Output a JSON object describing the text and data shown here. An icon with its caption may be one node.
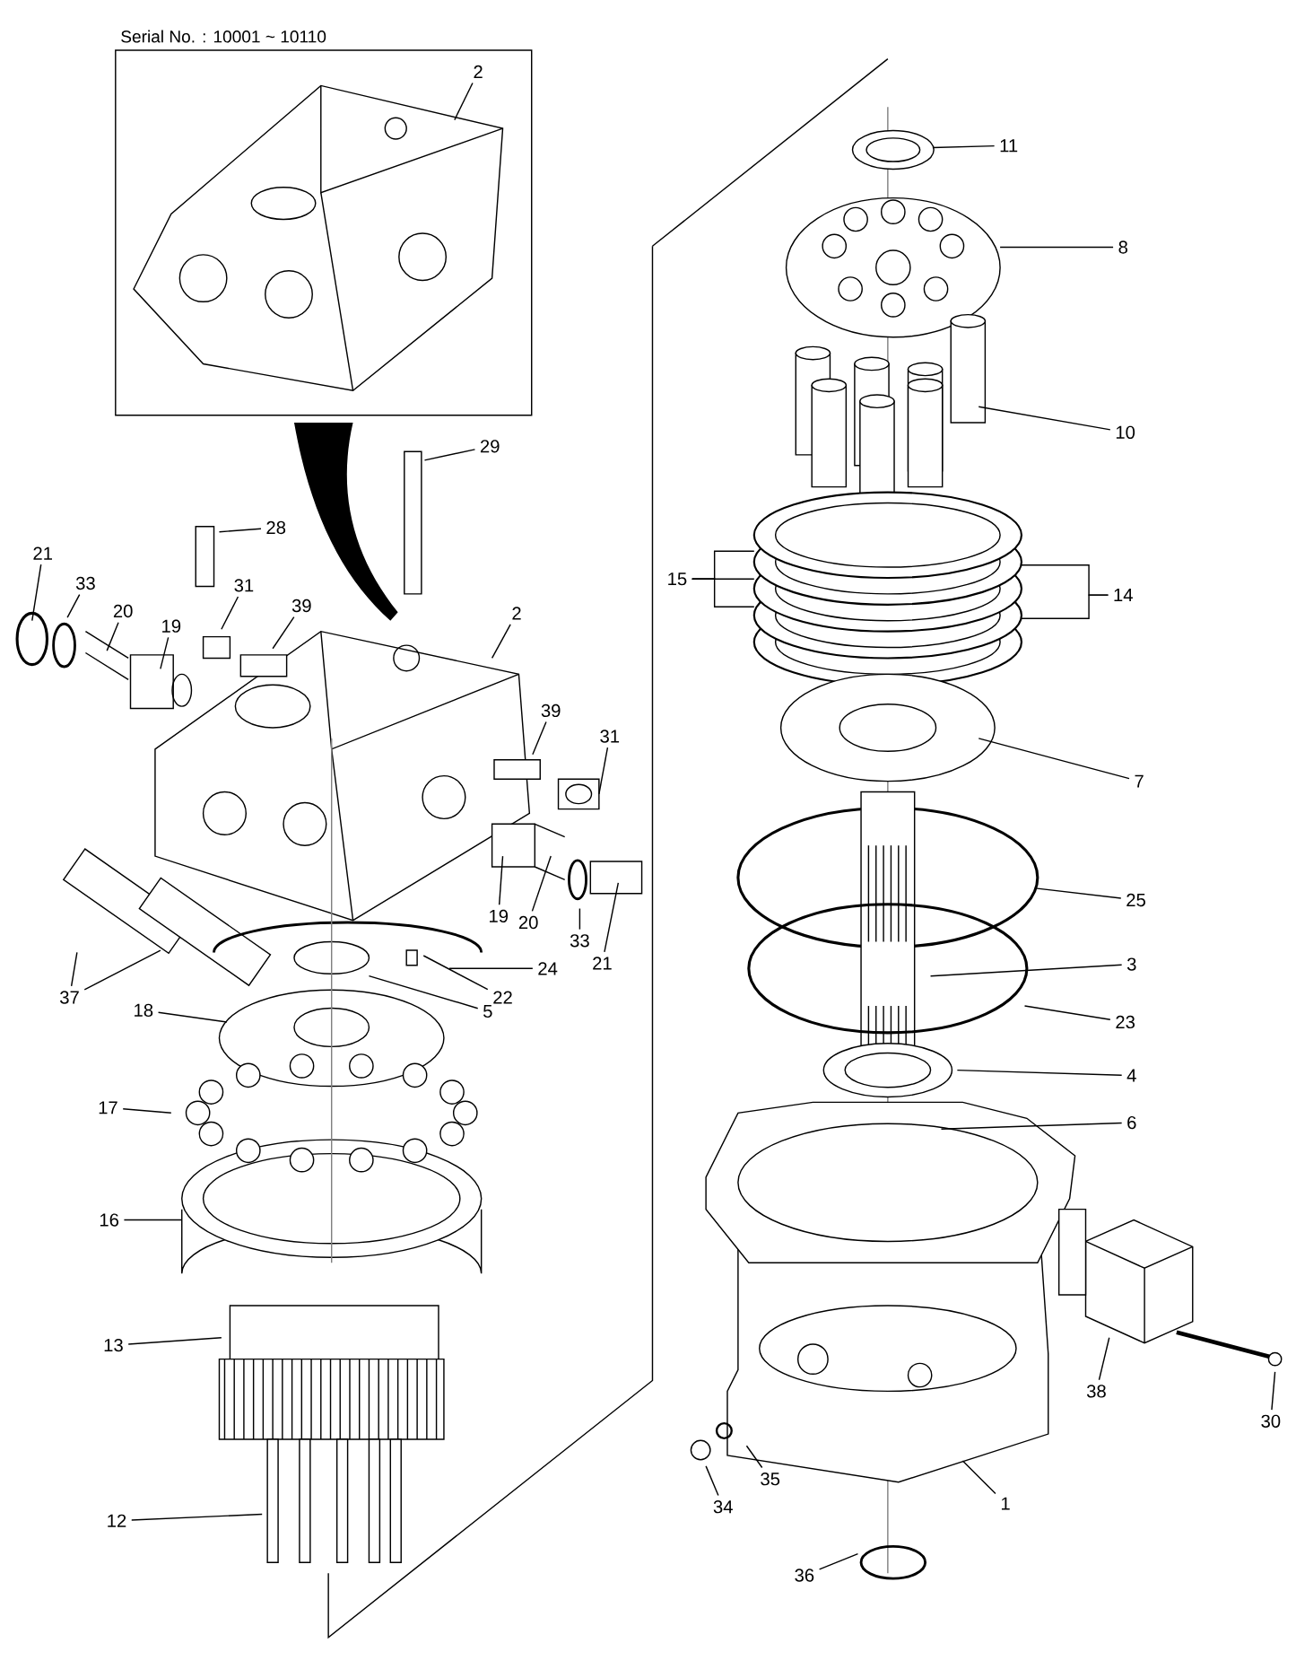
{
  "diagram": {
    "nodes": [
      {
        "text": [
          "2"
        ]
      },
      {
        "text": [
          "11"
        ]
      },
      {
        "text": [
          "8"
        ]
      },
      {
        "text": [
          "10"
        ]
      },
      {
        "text": [
          "29"
        ]
      },
      {
        "text": [
          "28"
        ]
      },
      {
        "text": [
          "21"
        ]
      },
      {
        "text": [
          "33"
        ]
      },
      {
        "text": [
          "20"
        ]
      },
      {
        "text": [
          "31"
        ]
      },
      {
        "text": [
          "39"
        ]
      },
      {
        "text": [
          "19"
        ]
      },
      {
        "text": [
          "2"
        ]
      },
      {
        "text": [
          "15"
        ]
      },
      {
        "text": [
          "14"
        ]
      },
      {
        "text": [
          "39"
        ]
      },
      {
        "text": [
          "31"
        ]
      },
      {
        "text": [
          "7"
        ]
      },
      {
        "text": [
          "25"
        ]
      },
      {
        "text": [
          "19"
        ]
      },
      {
        "text": [
          "20"
        ]
      },
      {
        "text": [
          "33"
        ]
      },
      {
        "text": [
          "21"
        ]
      },
      {
        "text": [
          "24"
        ]
      },
      {
        "text": [
          "22"
        ]
      },
      {
        "text": [
          "3"
        ]
      },
      {
        "text": [
          "37"
        ]
      },
      {
        "text": [
          "5"
        ]
      },
      {
        "text": [
          "18"
        ]
      },
      {
        "text": [
          "23"
        ]
      },
      {
        "text": [
          "4"
        ]
      },
      {
        "text": [
          "17"
        ]
      },
      {
        "text": [
          "6"
        ]
      },
      {
        "text": [
          "16"
        ]
      },
      {
        "text": [
          "13"
        ]
      },
      {
        "text": [
          "38"
        ]
      },
      {
        "text": [
          "30"
        ]
      },
      {
        "text": [
          "35"
        ]
      },
      {
        "text": [
          "1"
        ]
      },
      {
        "text": [
          "34"
        ]
      },
      {
        "text": [
          "12"
        ]
      },
      {
        "text": [
          "36"
        ]
      }
    ],
    "edges": [
      {
        "from": 0,
        "to": null,
        "arrow": "none"
      },
      {
        "from": 1,
        "to": null,
        "arrow": "none"
      },
      {
        "from": 2,
        "to": null,
        "arrow": "none"
      },
      {
        "from": 3,
        "to": null,
        "arrow": "none"
      },
      {
        "from": 4,
        "to": null,
        "arrow": "none"
      },
      {
        "from": 5,
        "to": null,
        "arrow": "none"
      },
      {
        "from": 6,
        "to": null,
        "arrow": "none"
      },
      {
        "from": 7,
        "to": null,
        "arrow": "none"
      },
      {
        "from": 8,
        "to": null,
        "arrow": "none"
      },
      {
        "from": 9,
        "to": null,
        "arrow": "none"
      },
      {
        "from": 10,
        "to": null,
        "arrow": "none"
      },
      {
        "from": 11,
        "to": null,
        "arrow": "none"
      },
      {
        "from": 12,
        "to": null,
        "arrow": "none"
      },
      {
        "from": 13,
        "to": null,
        "arrow": "none"
      },
      {
        "from": 13,
        "to": null,
        "arrow": "none"
      },
      {
        "from": 13,
        "to": null,
        "arrow": "none"
      },
      {
        "from": 14,
        "to": null,
        "arrow": "none"
      },
      {
        "from": 14,
        "to": null,
        "arrow": "none"
      },
      {
        "from": 15,
        "to": null,
        "arrow": "none"
      },
      {
        "from": 16,
        "to": null,
        "arrow": "none"
      },
      {
        "from": 17,
        "to": null,
        "arrow": "none"
      },
      {
        "from": 18,
        "to": null,
        "arrow": "none"
      },
      {
        "from": 19,
        "to": null,
        "arrow": "none"
      },
      {
        "from": 20,
        "to": null,
        "arrow": "none"
      },
      {
        "from": 21,
        "to": null,
        "arrow": "none"
      },
      {
        "from": 22,
        "to": null,
        "arrow": "none"
      },
      {
        "from": 23,
        "to": null,
        "arrow": "none"
      },
      {
        "from": 24,
        "to": null,
        "arrow": "none"
      },
      {
        "from": 25,
        "to": null,
        "arrow": "none"
      },
      {
        "from": 26,
        "to": null,
        "arrow": "none"
      },
      {
        "from": 26,
        "to": null,
        "arrow": "none"
      },
      {
        "from": 27,
        "to": null,
        "arrow": "none"
      },
      {
        "from": 28,
        "to": null,
        "arrow": "none"
      },
      {
        "from": 29,
        "to": null,
        "arrow": "none"
      },
      {
        "from": 30,
        "to": null,
        "arrow": "none"
      },
      {
        "from": 31,
        "to": null,
        "arrow": "none"
      },
      {
        "from": 32,
        "to": null,
        "arrow": "none"
      },
      {
        "from": 33,
        "to": null,
        "arrow": "none"
      },
      {
        "from": 34,
        "to": null,
        "arrow": "none"
      },
      {
        "from": 35,
        "to": null,
        "arrow": "none"
      },
      {
        "from": 36,
        "to": null,
        "arrow": "none"
      },
      {
        "from": 37,
        "to": null,
        "arrow": "none"
      },
      {
        "from": 38,
        "to": null,
        "arrow": "none"
      },
      {
        "from": 39,
        "to": null,
        "arrow": "none"
      },
      {
        "from": 40,
        "to": null,
        "arrow": "none"
      },
      {
        "from": 41,
        "to": null,
        "arrow": "none"
      }
    ],
    "labels": [
      "Serial No. : 10001 ~ 10110"
    ]
  }
}
